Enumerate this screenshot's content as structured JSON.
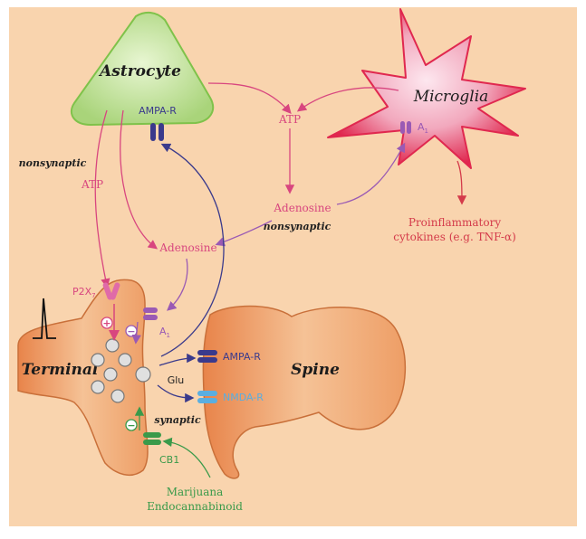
{
  "labels": {
    "astrocyte": "Astrocyte",
    "microglia": "Microglia",
    "terminal": "Terminal",
    "spine": "Spine",
    "ampa_r_astro": "AMPA-R",
    "ampa_r_spine": "AMPA-R",
    "nmda_r": "NMDA-R",
    "atp_top": "ATP",
    "atp_left": "ATP",
    "adenosine_center": "Adenosine",
    "adenosine_left": "Adenosine",
    "nonsynaptic_left": "nonsynaptic",
    "nonsynaptic_center": "nonsynaptic",
    "synaptic": "synaptic",
    "a1_microglia": "A",
    "a1_microglia_sub": "1",
    "a1_terminal": "A",
    "a1_terminal_sub": "1",
    "p2x": "P2X",
    "p2x_sub": "7",
    "glu": "Glu",
    "cb1": "CB1",
    "proinflammatory_line1": "Proinflammatory",
    "proinflammatory_line2": "cytokines (e.g. TNF-α)",
    "marijuana": "Marijuana",
    "endocannabinoid": "Endocannabinoid",
    "plus_sign": "+",
    "minus_sign_1": "−",
    "minus_sign_2": "−"
  },
  "colors": {
    "background": "#f9d4ae",
    "astrocyte_fill": "#c8e6a0",
    "microglia_fill": "#e8214a",
    "neuron_fill": "#eda36a",
    "pink": "#d8467f",
    "blue_dark": "#3a3a8c",
    "blue_light": "#5aaee0",
    "green": "#3a9a4a",
    "purple": "#9a5ab4"
  }
}
